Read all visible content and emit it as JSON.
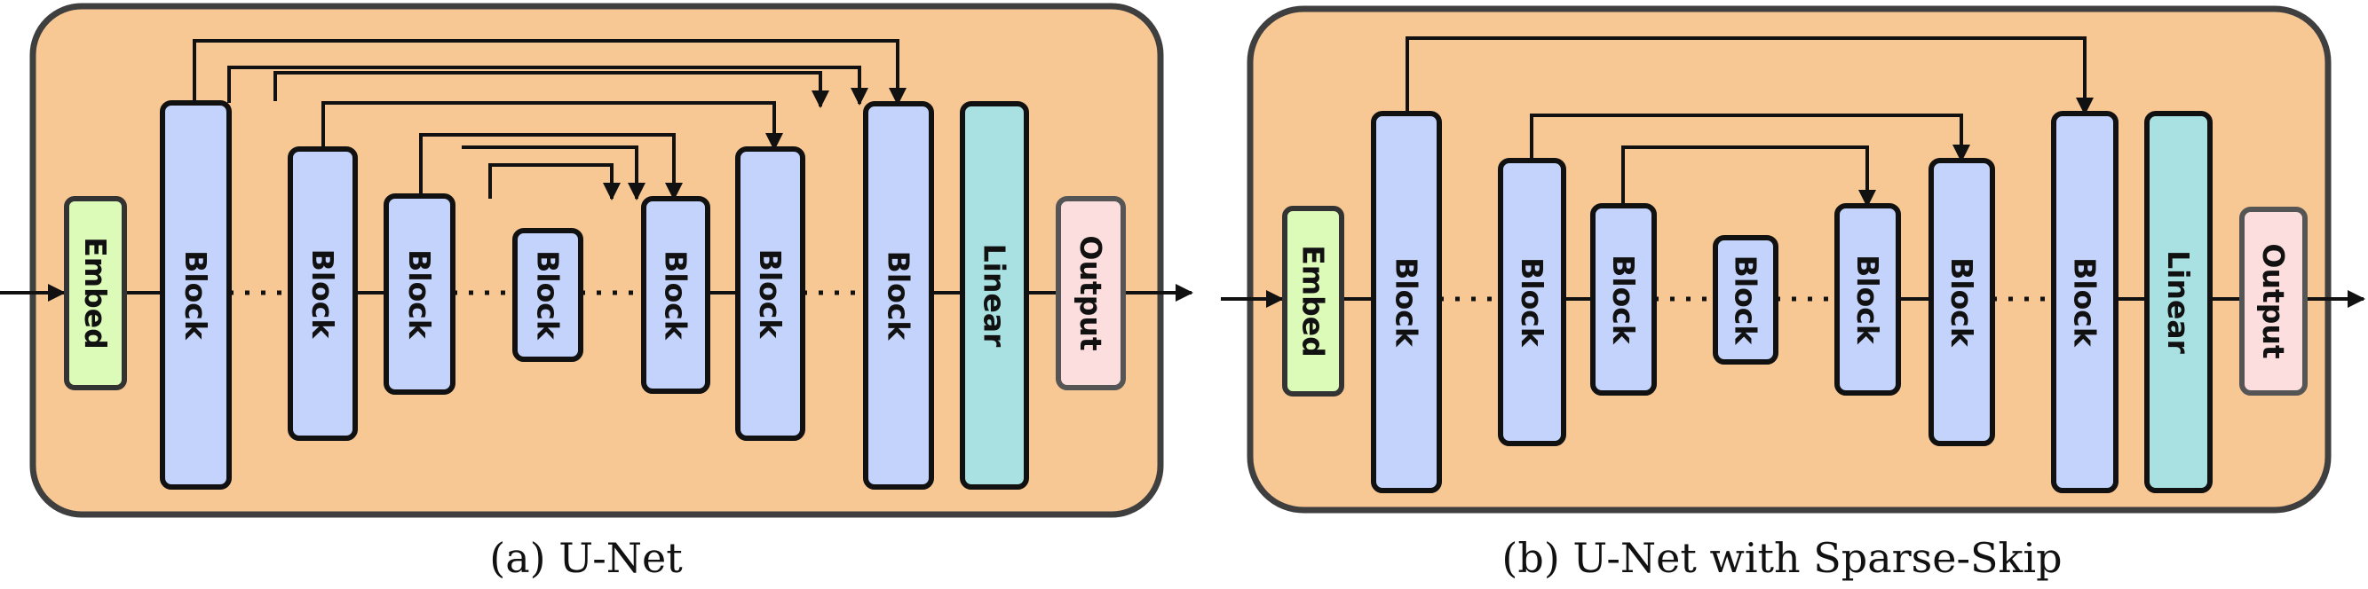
{
  "panel_a": {
    "caption": "(a) U-Net",
    "labels": {
      "embed": "Embed",
      "block": "Block",
      "linear": "Linear",
      "output": "Output"
    }
  },
  "panel_b": {
    "caption": "(b) U-Net with Sparse-Skip",
    "labels": {
      "embed": "Embed",
      "block": "Block",
      "linear": "Linear",
      "output": "Output"
    }
  },
  "colors": {
    "panel_fill": "#f8c894",
    "block_fill": "#c4d3fb",
    "linear_fill": "#a9e1e3",
    "embed_fill": "#ddfbb8",
    "output_fill": "#fddede"
  }
}
